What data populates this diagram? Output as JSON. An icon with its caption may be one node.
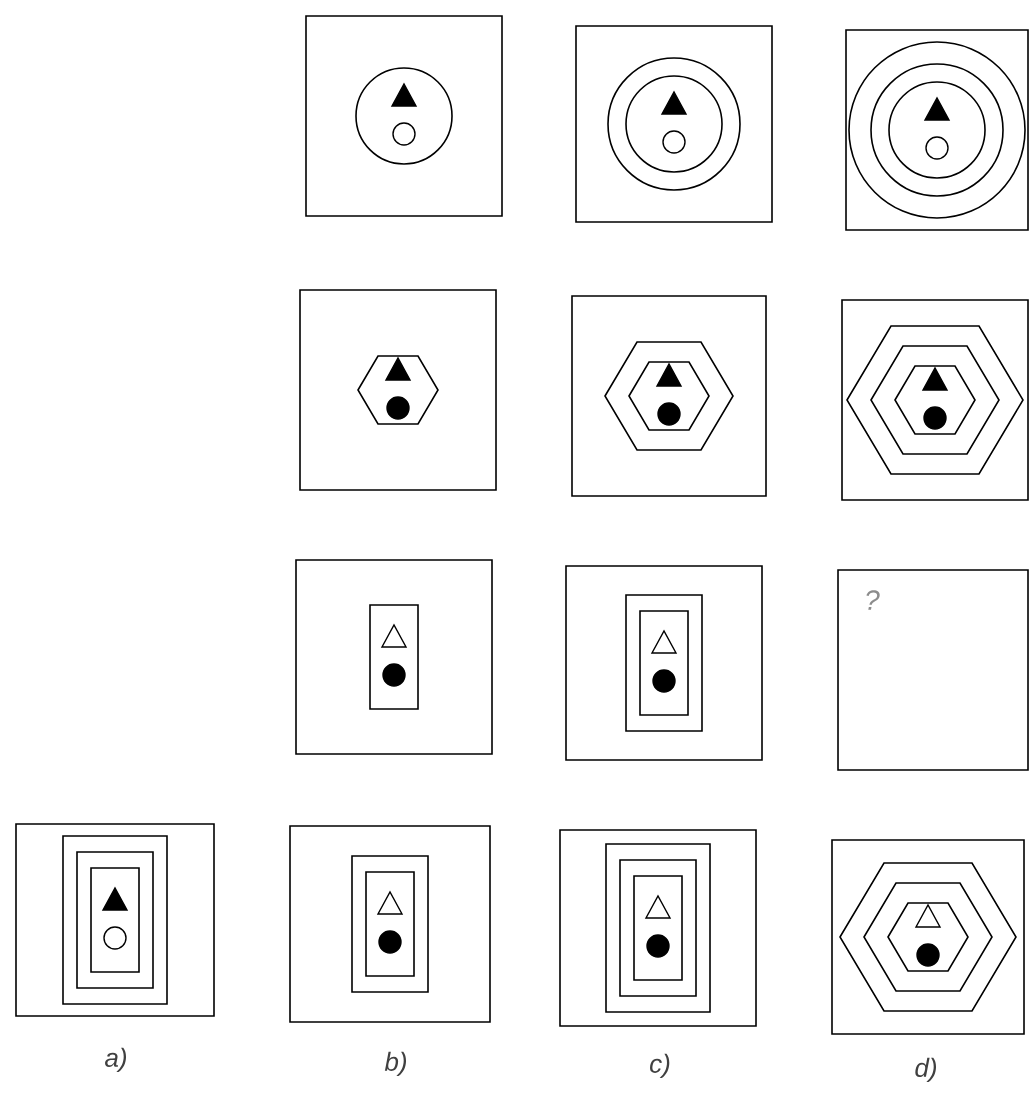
{
  "diagram": {
    "labels": [
      "?",
      "a)",
      "b)",
      "c)",
      "d)"
    ]
  }
}
